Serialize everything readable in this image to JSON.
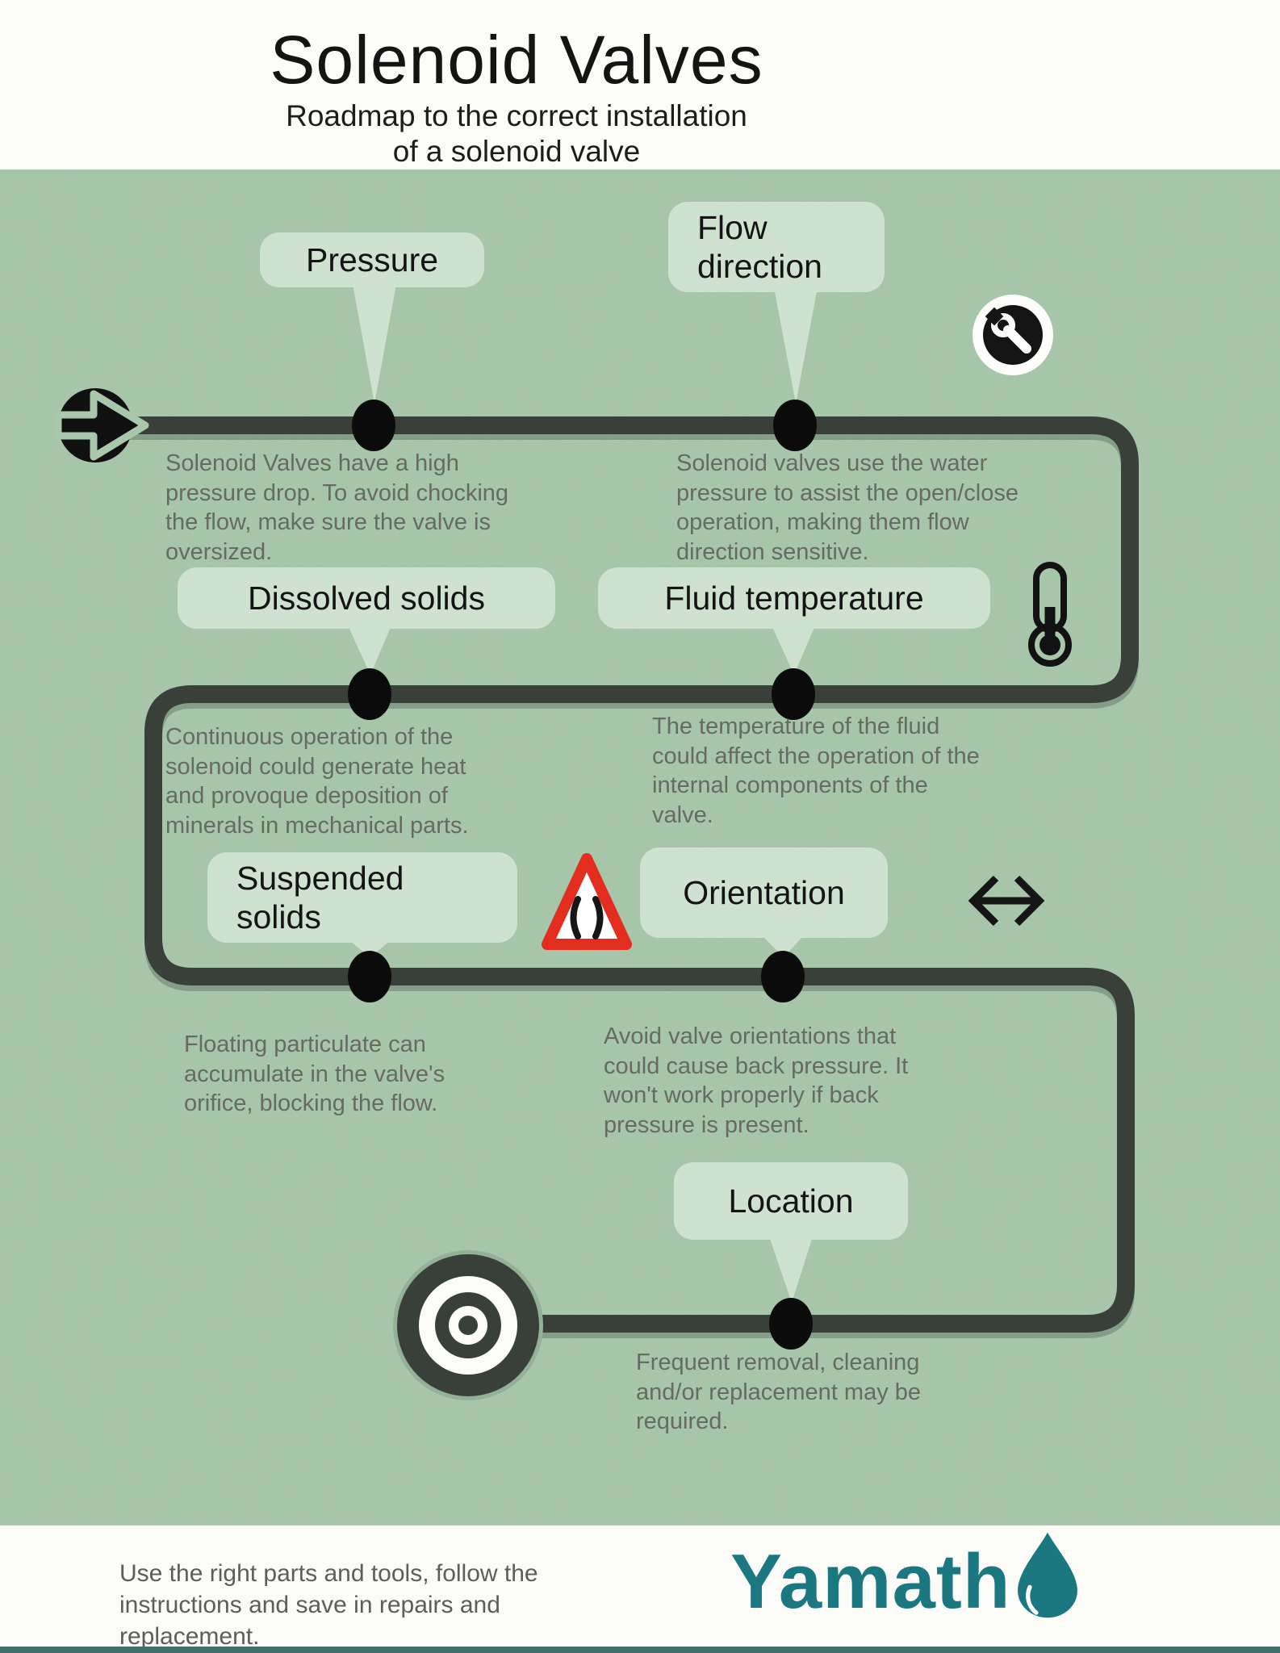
{
  "header": {
    "title": "Solenoid Valves",
    "subtitle": "Roadmap to the correct installation\nof a solenoid valve"
  },
  "stops": {
    "pressure": {
      "label": "Pressure",
      "description": "Solenoid Valves have a high\npressure drop. To avoid chocking\nthe flow, make sure the valve is\noversized."
    },
    "flow_direction": {
      "label": "Flow\ndirection",
      "description": "Solenoid valves use the water\npressure to assist the open/close\noperation, making them flow\ndirection sensitive."
    },
    "dissolved_solids": {
      "label": "Dissolved solids",
      "description": "Continuous operation of the\nsolenoid could generate heat\nand provoque deposition of\nminerals in mechanical parts."
    },
    "fluid_temperature": {
      "label": "Fluid temperature",
      "description": "The temperature of the fluid\ncould affect the operation of the\ninternal components of the\nvalve."
    },
    "suspended_solids": {
      "label": "Suspended\nsolids",
      "description": "Floating particulate can\naccumulate in the valve's\norifice, blocking the flow."
    },
    "orientation": {
      "label": "Orientation",
      "description": "Avoid valve orientations that\ncould cause back pressure. It\nwon't work properly if back\npressure is present."
    },
    "location": {
      "label": "Location",
      "description": "Frequent removal, cleaning\nand/or replacement may be\nrequired."
    }
  },
  "icons": {
    "start": "start-arrow-icon",
    "tools": "wrench-icon",
    "temperature": "thermometer-icon",
    "hazard": "road-narrows-warning-icon",
    "orientation": "double-arrow-icon",
    "destination": "target-icon",
    "brand": "water-drop-icon"
  },
  "footer": {
    "note": "Use the right parts and tools, follow the\ninstructions and save in repairs and\nreplacement.",
    "brand": "Yamath"
  },
  "colors": {
    "background_green": "#a8c7ab",
    "road": "#39403a",
    "label_box": "#cfe2cf",
    "body_text": "#666b63",
    "accent_red": "#e32d1e",
    "brand_teal": "#1b7880"
  }
}
